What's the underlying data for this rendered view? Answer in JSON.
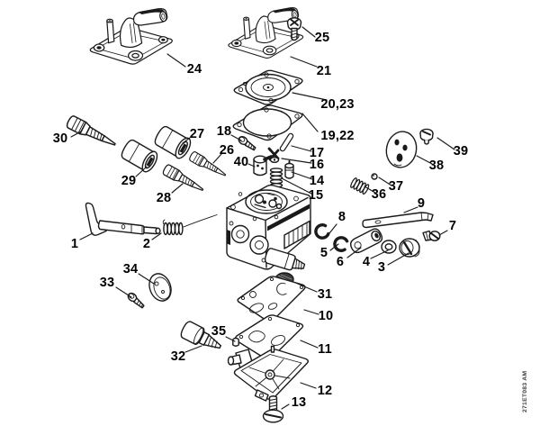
{
  "figure": {
    "code": "271ET083 AM",
    "background_color": "#ffffff",
    "line_color": "#1a1a1a",
    "label_color": "#000000"
  },
  "labels": {
    "p1": "1",
    "p2": "2",
    "p3": "3",
    "p4": "4",
    "p5": "5",
    "p6": "6",
    "p7": "7",
    "p8": "8",
    "p9": "9",
    "p10": "10",
    "p11": "11",
    "p12": "12",
    "p13": "13",
    "p14": "14",
    "p15": "15",
    "p16": "16",
    "p17": "17",
    "p18": "18",
    "p19_22": "19,22",
    "p20_23": "20,23",
    "p21": "21",
    "p24": "24",
    "p25": "25",
    "p26": "26",
    "p27": "27",
    "p28": "28",
    "p29": "29",
    "p30": "30",
    "p31": "31",
    "p32": "32",
    "p33": "33",
    "p34": "34",
    "p35": "35",
    "p36": "36",
    "p37": "37",
    "p38": "38",
    "p39": "39",
    "p40": "40"
  }
}
